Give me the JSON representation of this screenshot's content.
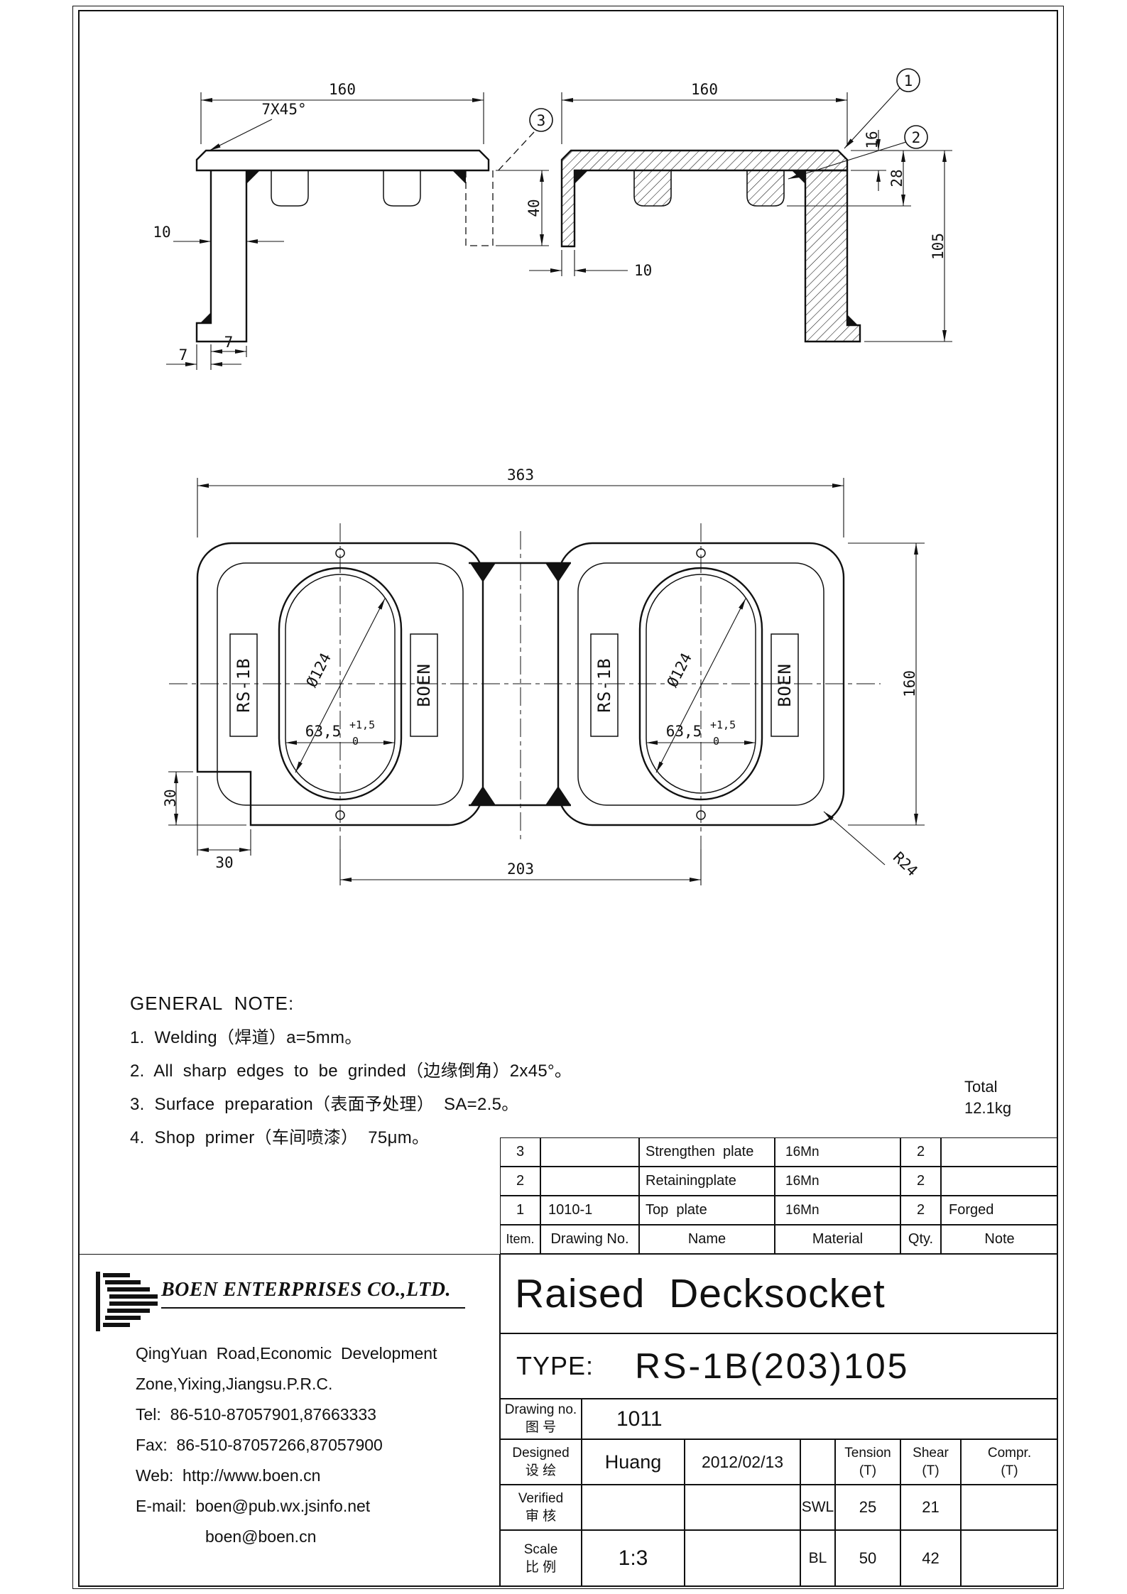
{
  "sheet": {
    "line_color": "#111111",
    "background": "#ffffff"
  },
  "section_views": {
    "left": {
      "dim_width": "160",
      "chamfer_note": "7X45°",
      "dim_wall": "10",
      "dim_foot_a": "7",
      "dim_foot_b": "7"
    },
    "middle": {
      "dim_depth": "40",
      "balloon_3": "3"
    },
    "right": {
      "dim_width": "160",
      "dim_leg": "10",
      "dim_flange": "16",
      "dim_plate": "28",
      "dim_height": "105",
      "balloon_1": "1",
      "balloon_2": "2"
    }
  },
  "plan_view": {
    "dim_overall": "363",
    "dim_height": "160",
    "dim_centers": "203",
    "dim_radius": "R24",
    "dim_notch_v": "30",
    "dim_notch_h": "30",
    "dim_hole_dia": "Ø124",
    "dim_slot": "63,5",
    "tol_upper": "+1,5",
    "tol_lower": "0",
    "label_type": "RS-1B",
    "label_brand": "BOEN"
  },
  "notes": {
    "heading": "GENERAL  NOTE:",
    "items": [
      "1.  Welding（焊道）a=5mm。",
      "2.  All  sharp  edges  to  be  grinded（边缘倒角）2x45°。",
      "3.  Surface  preparation（表面予处理）  SA=2.5。",
      "4.  Shop  primer（车间喷漆）  75μm。"
    ],
    "total_label": "Total",
    "total_value": "12.1kg"
  },
  "parts_table": {
    "headers": {
      "item": "Item.",
      "drawing_no": "Drawing No.",
      "name": "Name",
      "material": "Material",
      "qty": "Qty.",
      "note": "Note"
    },
    "rows": [
      {
        "item": "3",
        "drawing_no": "",
        "name": "Strengthen  plate",
        "material": "16Mn",
        "qty": "2",
        "note": ""
      },
      {
        "item": "2",
        "drawing_no": "",
        "name": "Retainingplate",
        "material": "16Mn",
        "qty": "2",
        "note": ""
      },
      {
        "item": "1",
        "drawing_no": "1010-1",
        "name": "Top  plate",
        "material": "16Mn",
        "qty": "2",
        "note": "Forged"
      }
    ]
  },
  "title_block": {
    "company": "BOEN ENTERPRISES CO.,LTD.",
    "address_lines": [
      "QingYuan  Road,Economic  Development",
      "Zone,Yixing,Jiangsu.P.R.C.",
      "Tel:  86-510-87057901,87663333",
      "Fax:  86-510-87057266,87057900",
      "Web:  http://www.boen.cn",
      "E-mail:  boen@pub.wx.jsinfo.net",
      "boen@boen.cn"
    ],
    "product_title": "Raised  Decksocket",
    "type_label": "TYPE:",
    "type_value": "RS-1B(203)105",
    "drawing_no_label": "Drawing no.",
    "drawing_no_label_cn": "图 号",
    "drawing_no_value": "1011",
    "designed_label": "Designed",
    "designed_label_cn": "设 绘",
    "designer": "Huang",
    "design_date": "2012/02/13",
    "verified_label": "Verified",
    "verified_label_cn": "审 核",
    "scale_label": "Scale",
    "scale_label_cn": "比 例",
    "scale_value": "1:3",
    "tension_header": "Tension",
    "shear_header": "Shear",
    "compr_header": "Compr.",
    "unit_t": "(T)",
    "swl_label": "SWL",
    "swl_tension": "25",
    "swl_shear": "21",
    "bl_label": "BL",
    "bl_tension": "50",
    "bl_shear": "42"
  }
}
